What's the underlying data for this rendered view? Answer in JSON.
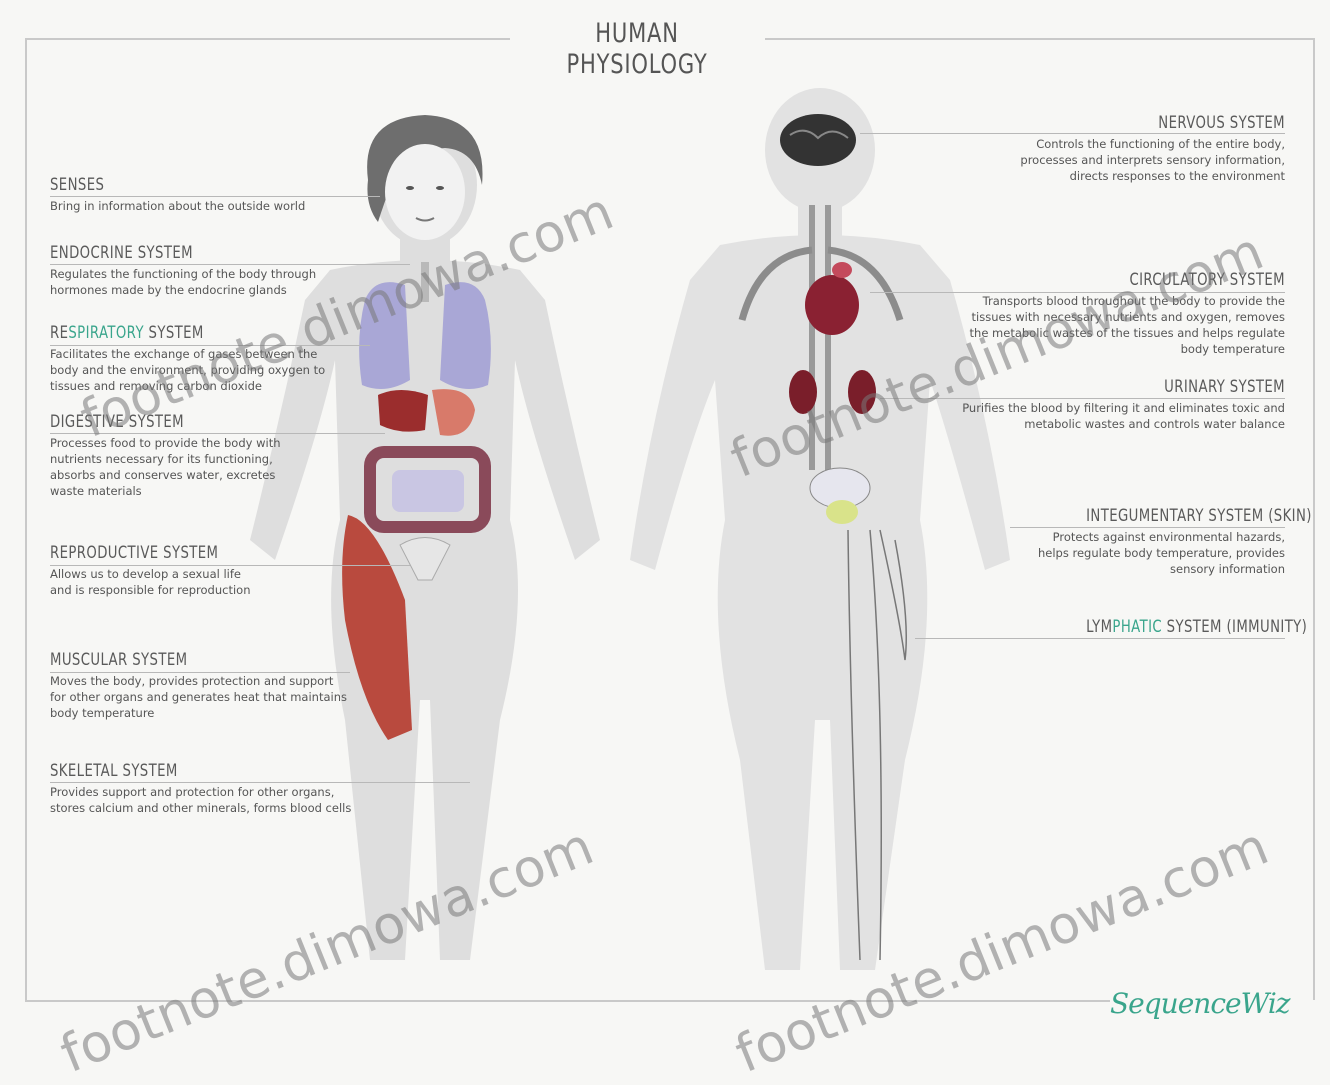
{
  "title": "HUMAN PHYSIOLOGY",
  "left_labels": [
    {
      "id": "senses",
      "heading": "SENSES",
      "desc": "Bring in information about the outside world"
    },
    {
      "id": "endocrine",
      "heading": "ENDOCRINE SYSTEM",
      "desc": "Regulates the functioning of the body through hormones made by the endocrine glands"
    },
    {
      "id": "respiratory",
      "heading_pre": "RE",
      "heading_hl": "SPIRATORY",
      "heading_post": " SYSTEM",
      "desc": "Facilitates the exchange of gases between the body and the environment, providing oxygen to tissues and removing carbon dioxide"
    },
    {
      "id": "digestive",
      "heading": "DIGESTIVE SYSTEM",
      "desc": "Processes food to provide the body with nutrients necessary for its functioning, absorbs and conserves water, excretes waste materials"
    },
    {
      "id": "reproductive",
      "heading": "REPRODUCTIVE SYSTEM",
      "desc": "Allows us to develop a sexual life and is responsible for reproduction"
    },
    {
      "id": "muscular",
      "heading": "MUSCULAR SYSTEM",
      "desc": "Moves the body, provides protection and support for other organs and generates heat that maintains body temperature"
    },
    {
      "id": "skeletal",
      "heading": "SKELETAL SYSTEM",
      "desc": "Provides support and protection for other organs, stores calcium and other minerals, forms blood cells"
    }
  ],
  "right_labels": [
    {
      "id": "nervous",
      "heading": "NERVOUS SYSTEM",
      "desc": "Controls the functioning of the entire body, processes and interprets sensory information, directs responses to the environment"
    },
    {
      "id": "circulatory",
      "heading": "CIRCULATORY SYSTEM",
      "desc": "Transports blood throughout the body to provide the tissues with necessary nutrients and oxygen, removes the metabolic wastes of the tissues and helps regulate body temperature"
    },
    {
      "id": "urinary",
      "heading": "URINARY SYSTEM",
      "desc": "Purifies the blood by filtering it and eliminates toxic and metabolic wastes and controls water balance"
    },
    {
      "id": "integumentary",
      "heading": "INTEGUMENTARY SYSTEM (SKIN)",
      "desc": "Protects against environmental hazards, helps regulate body temperature, provides sensory information"
    },
    {
      "id": "lymphatic",
      "heading_pre": "LYM",
      "heading_hl": "PHATIC",
      "heading_post": " SYSTEM (IMMUNITY)",
      "desc": ""
    }
  ],
  "watermark": "footnote.dimowa.com",
  "brand": "SequenceWiz",
  "colors": {
    "silhouette": "#dcdcdc",
    "hair": "#6e6e6e",
    "lungs": "#a9a7d6",
    "heart": "#8a2132",
    "muscle": "#b94a3e",
    "kidney": "#7a1e2a",
    "bladder": "#d9e38a",
    "accent": "#3aa58c"
  }
}
